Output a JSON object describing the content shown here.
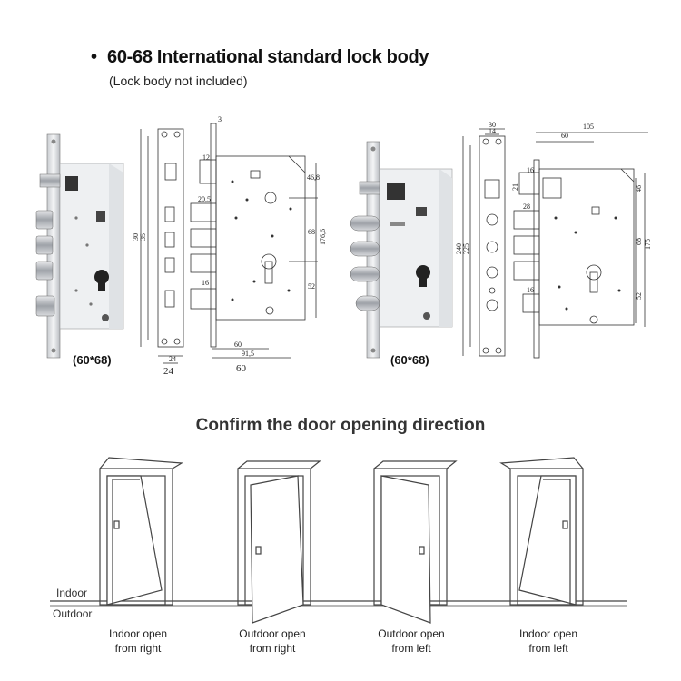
{
  "header": {
    "bullet": "•",
    "title": "60-68 International standard  lock body",
    "subtitle": "(Lock body not included)"
  },
  "lock_left": {
    "caption": "(60*68)",
    "dims": {
      "d3": "3",
      "d12": "12",
      "d46_8": "46,8",
      "d20_5": "20,5",
      "d68": "68",
      "d176_6": "176,6",
      "d16": "16",
      "d52": "52",
      "d60a": "60",
      "d91_5": "91,5",
      "d60b": "60",
      "d24a": "24",
      "d24b": "24",
      "d30": "30",
      "d35": "35"
    }
  },
  "lock_right": {
    "caption": "(60*68)",
    "dims": {
      "d30": "30",
      "d14": "14",
      "d105": "105",
      "d60": "60",
      "d16a": "16",
      "d21": "21",
      "d46": "46",
      "d28": "28",
      "d68": "68",
      "d175": "175",
      "d16b": "16",
      "d52": "52",
      "d240": "240",
      "d225": "225"
    }
  },
  "doors": {
    "heading": "Confirm the door opening direction",
    "indoor_label": "Indoor",
    "outdoor_label": "Outdoor",
    "items": [
      {
        "line1": "Indoor open",
        "line2": "from right"
      },
      {
        "line1": "Outdoor open",
        "line2": "from right"
      },
      {
        "line1": "Outdoor open",
        "line2": "from left"
      },
      {
        "line1": "Indoor open",
        "line2": "from left"
      }
    ]
  }
}
